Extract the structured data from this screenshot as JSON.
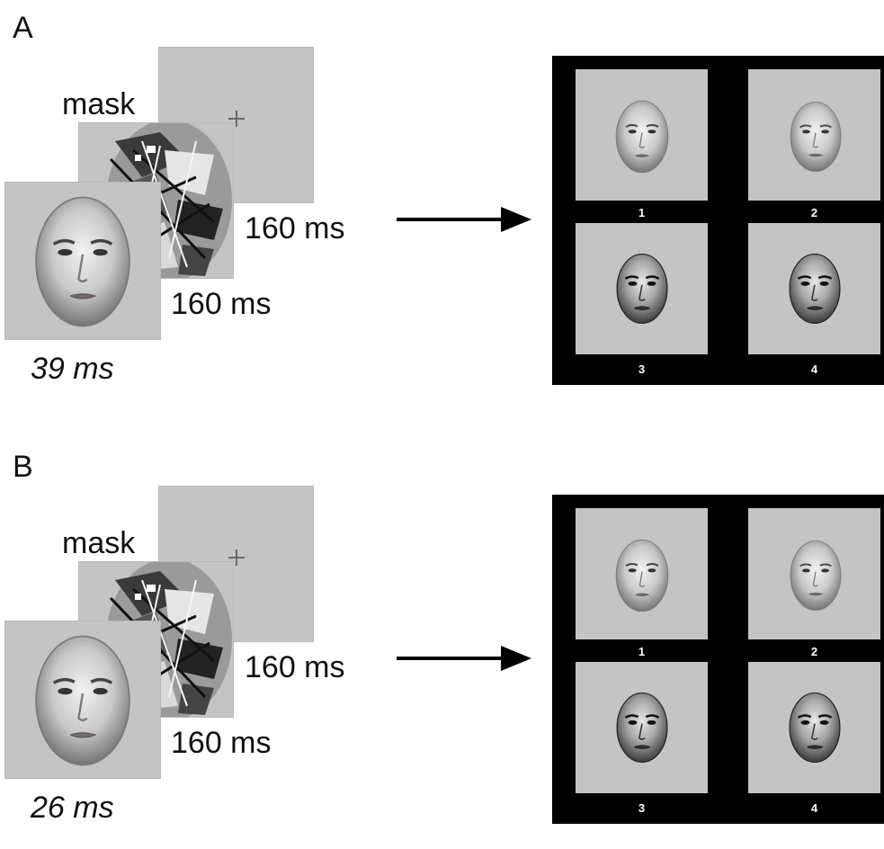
{
  "panels": [
    {
      "label": "A",
      "mask_label": "mask",
      "fixation_duration": "160 ms",
      "mask_duration": "160 ms",
      "face_duration": "39 ms",
      "choices": [
        "1",
        "2",
        "3",
        "4"
      ]
    },
    {
      "label": "B",
      "mask_label": "mask",
      "fixation_duration": "160 ms",
      "mask_duration": "160 ms",
      "face_duration": "26 ms",
      "choices": [
        "1",
        "2",
        "3",
        "4"
      ]
    }
  ],
  "colors": {
    "stimulus_background": "#c4c4c4",
    "response_screen": "#000000",
    "fixation_cross": "#6a6a6a"
  }
}
